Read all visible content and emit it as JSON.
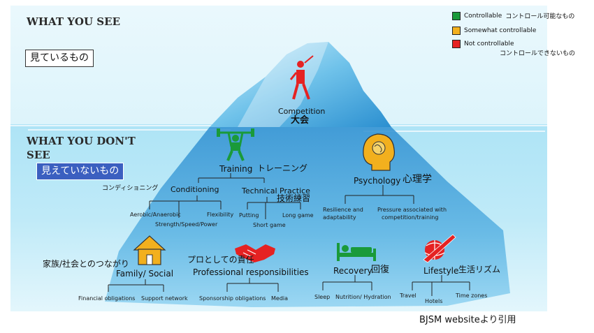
{
  "top": {
    "what_you_see": "WHAT YOU SEE",
    "what_you_see_jp": "見ているもの"
  },
  "under": {
    "what_you_dont_see": "WHAT YOU DON'T SEE",
    "what_you_dont_see_jp": "見えていないもの"
  },
  "legend": [
    {
      "label": "Controllable",
      "jp": "コントロール可能なもの",
      "color": "#1a9a3a"
    },
    {
      "label": "Somewhat controllable",
      "jp": "",
      "color": "#f2b01e"
    },
    {
      "label": "Not controllable",
      "jp": "コントロールできないもの",
      "color": "#e52222"
    }
  ],
  "competition": {
    "label": "Competition",
    "jp": "大会"
  },
  "training": {
    "label": "Training",
    "jp": "トレーニング"
  },
  "conditioning": {
    "label": "Conditioning",
    "jp": "コンディショニング",
    "items": [
      "Aerobic/Anaerobic",
      "Flexibility",
      "Strength/Speed/Power"
    ]
  },
  "technical": {
    "label": "Technical Practice",
    "jp": "技術練習",
    "items": [
      "Putting",
      "Long game",
      "Short game"
    ]
  },
  "psychology": {
    "label": "Psychology",
    "jp": "心理学",
    "items": [
      "Resilience and",
      "adaptability",
      "Pressure associated with",
      "competition/training"
    ]
  },
  "family": {
    "label": "Family/ Social",
    "jp": "家族/社会とのつながり",
    "items": [
      "Financial obligations",
      "Support network"
    ]
  },
  "professional": {
    "label": "Professional responsibilities",
    "jp": "プロとしての責任",
    "items": [
      "Sponsorship obligations",
      "Media"
    ]
  },
  "recovery": {
    "label": "Recovery",
    "jp": "回復",
    "items": [
      "Sleep",
      "Nutrition/ Hydration"
    ]
  },
  "lifestyle": {
    "label": "Lifestyle",
    "jp": "生活リズム",
    "items": [
      "Travel",
      "Hotels",
      "Time zones"
    ]
  },
  "source": "BJSM websiteより引用"
}
